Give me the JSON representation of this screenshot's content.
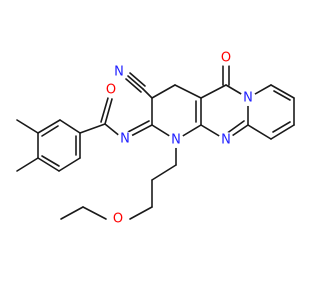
{
  "molecule": {
    "colors": {
      "bond": "#1a1a1a",
      "carbon": "#1a1a1a",
      "nitrogen": "#2020ff",
      "oxygen": "#ff0000"
    },
    "atom_labels": {
      "cyano_nitrogen": "N",
      "ring_carbonyl_oxygen": "O",
      "amide_oxygen": "O",
      "imine_nitrogen": "N",
      "n1_nitrogen": "N",
      "pyrimidine_nitrogen": "N",
      "bridgehead_nitrogen": "N",
      "ether_oxygen": "O"
    }
  }
}
